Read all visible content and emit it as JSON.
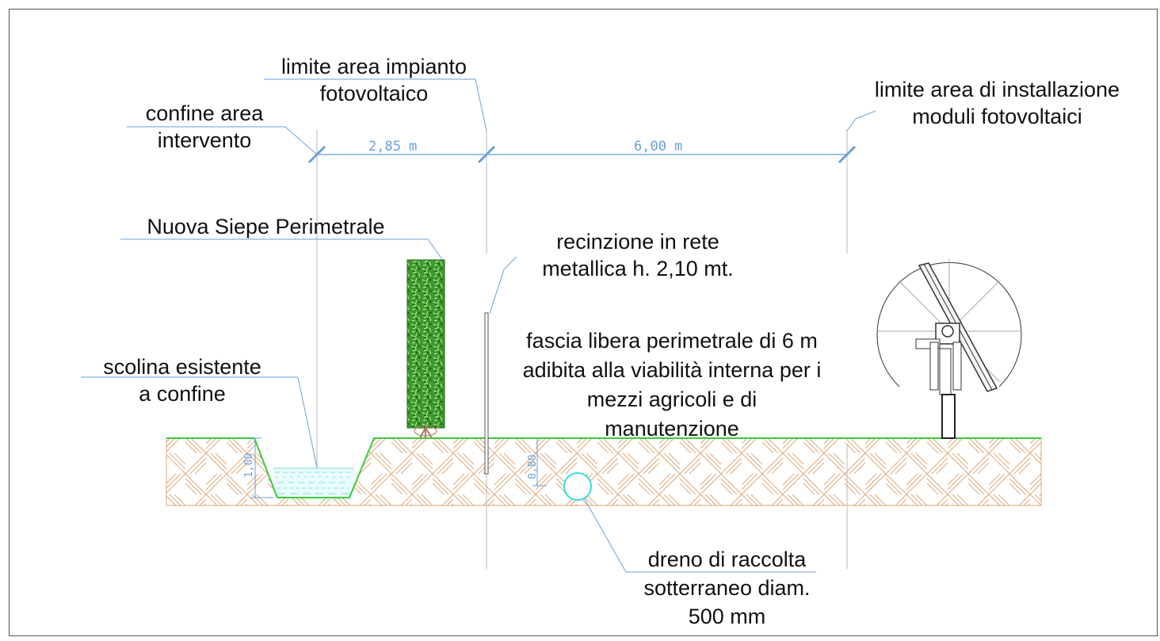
{
  "labels": {
    "confine_area_intervento": "confine area\nintervento",
    "limite_area_impianto": "limite area impianto\nfotovoltaico",
    "limite_area_installazione": "limite area di installazione\nmoduli fotovoltaici",
    "nuova_siepe": "Nuova Siepe Perimetrale",
    "recinzione": "recinzione in rete\nmetallica h. 2,10 mt.",
    "fascia_libera": "fascia libera perimetrale di 6 m\nadibita alla viabilità interna per i\nmezzi agricoli e di\nmanutenzione",
    "scolina": "scolina esistente\na confine",
    "dreno": "dreno di raccolta\nsotterraneo diam.\n500 mm"
  },
  "dimensions": {
    "d1": "2,85  m",
    "d2": "6,00  m",
    "v1": "1,00",
    "v2": "0,80"
  },
  "colors": {
    "ground_line": "#3ec93e",
    "soil_hatch": "#e0a878",
    "dimension": "#6a9fd8",
    "water": "#7fe0e0",
    "drain": "#33dddd",
    "hedge": "#2f8f1f"
  }
}
